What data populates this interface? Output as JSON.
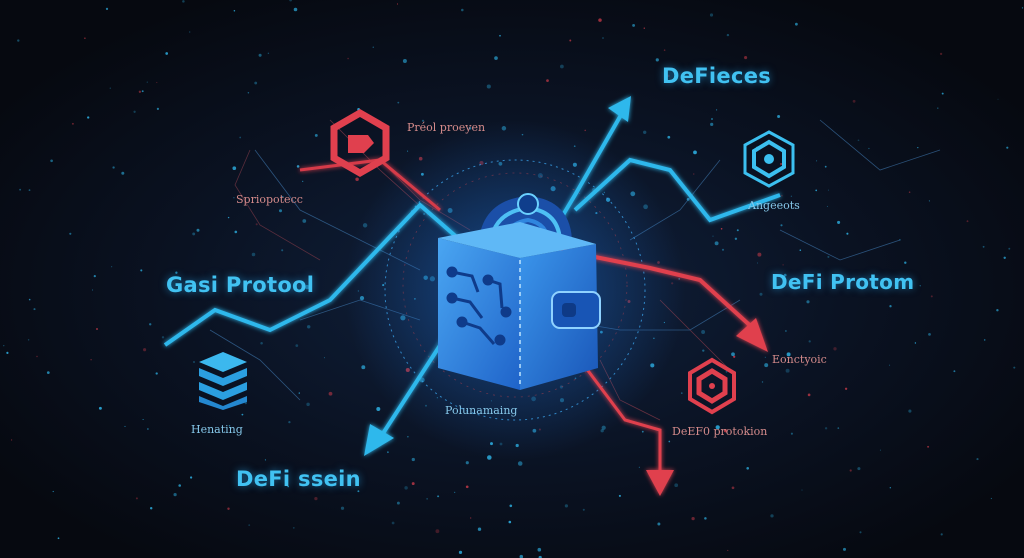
{
  "labels": {
    "defieces": "DeFieces",
    "preol_proeyen": "Préol proeyen",
    "spriopotecc": "Spriopotecc",
    "angeeots": "Angeeots",
    "gasi_protool": "Gasi Protool",
    "defi_protom": "DeFi Protom",
    "eonctyoic": "Eonctyoic",
    "henating": "Henating",
    "polunamaing": "Polunamaing",
    "defi_protokion": "DeEF0 protokion",
    "defi_ssein": "DeFi ssein"
  },
  "colors": {
    "background": "#070b14",
    "accent_blue": "#2fb8ec",
    "accent_red": "#e0404e",
    "wallet_blue": "#2f86df"
  },
  "icons": [
    "red-hexagon-logo-icon",
    "blue-hexagon-logo-icon",
    "blue-stack-layers-icon",
    "red-hexagon-ring-icon",
    "wallet-icon"
  ]
}
